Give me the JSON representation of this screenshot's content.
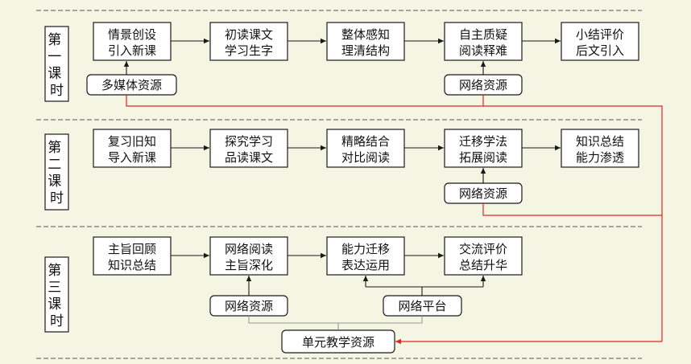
{
  "colors": {
    "background": "#f5f5e4",
    "line": "#1a1a1a",
    "resource_link": "#e02424",
    "platform_link": "#9a9a9a"
  },
  "lessons": [
    {
      "label": [
        "第",
        "一",
        "课",
        "时"
      ],
      "steps": [
        [
          "情景创设",
          "引入新课"
        ],
        [
          "初读课文",
          "学习生字"
        ],
        [
          "整体感知",
          "理清结构"
        ],
        [
          "自主质疑",
          "阅读释难"
        ],
        [
          "小结评价",
          "后文引入"
        ]
      ],
      "resources": [
        "多媒体资源",
        "网络资源"
      ]
    },
    {
      "label": [
        "第",
        "二",
        "课",
        "时"
      ],
      "steps": [
        [
          "复习旧知",
          "导入新课"
        ],
        [
          "探究学习",
          "品读课文"
        ],
        [
          "精略结合",
          "对比阅读"
        ],
        [
          "迁移学法",
          "拓展阅读"
        ],
        [
          "知识总结",
          "能力渗透"
        ]
      ],
      "resources": [
        "网络资源"
      ]
    },
    {
      "label": [
        "第",
        "三",
        "课",
        "时"
      ],
      "steps": [
        [
          "主旨回顾",
          "知识总结"
        ],
        [
          "网络阅读",
          "主旨深化"
        ],
        [
          "能力迁移",
          "表达运用"
        ],
        [
          "交流评价",
          "总结升华"
        ]
      ],
      "resources": [
        "网络资源",
        "网络平台"
      ]
    }
  ],
  "unit_resource": "单元教学资源"
}
